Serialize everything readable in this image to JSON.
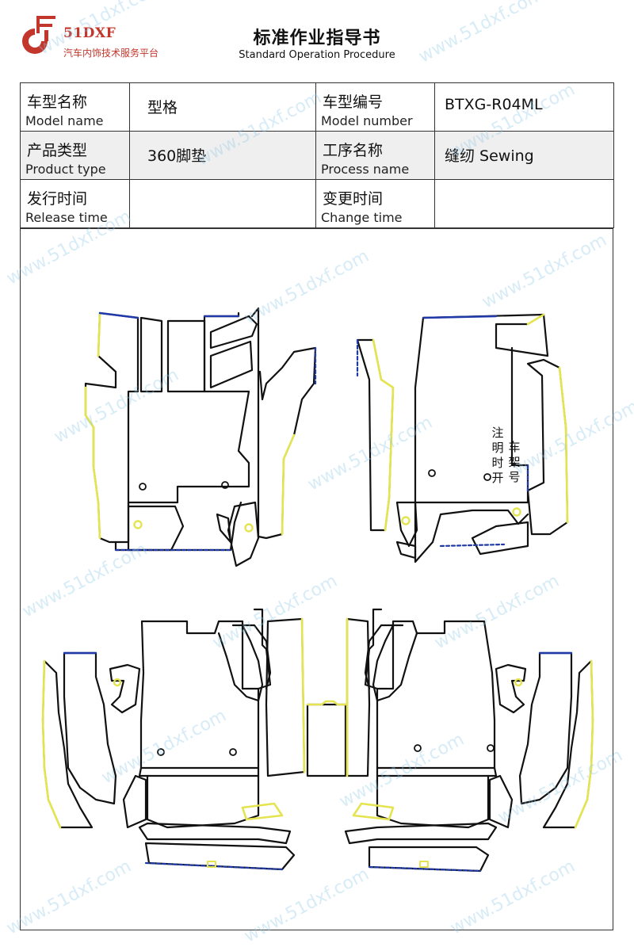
{
  "header": {
    "brand_name": "51DXF",
    "brand_tagline": "汽车内饰技术服务平台",
    "title_cn": "标准作业指导书",
    "title_en": "Standard Operation Procedure"
  },
  "info_table": {
    "model_name_cn": "车型名称",
    "model_name_en": "Model name",
    "model_name_value": "型格",
    "model_number_cn": "车型编号",
    "model_number_en": "Model number",
    "model_number_value": "BTXG-R04ML",
    "product_type_cn": "产品类型",
    "product_type_en": "Product type",
    "product_type_value": "360脚垫",
    "process_name_cn": "工序名称",
    "process_name_en": "Process name",
    "process_name_value": "缝纫 Sewing",
    "release_time_cn": "发行时间",
    "release_time_en": "Release time",
    "release_time_value": "",
    "change_time_cn": "变更时间",
    "change_time_en": "Change time",
    "change_time_value": ""
  },
  "drawing": {
    "note_col_1": [
      "注",
      "明",
      "时",
      "开"
    ],
    "note_col_2": [
      "车",
      "架",
      "号"
    ],
    "colors": {
      "outline": "#111111",
      "edge_yellow": "#e8e84a",
      "edge_blue": "#1f3aa8"
    }
  },
  "watermark_text": "www.51dxf.com"
}
